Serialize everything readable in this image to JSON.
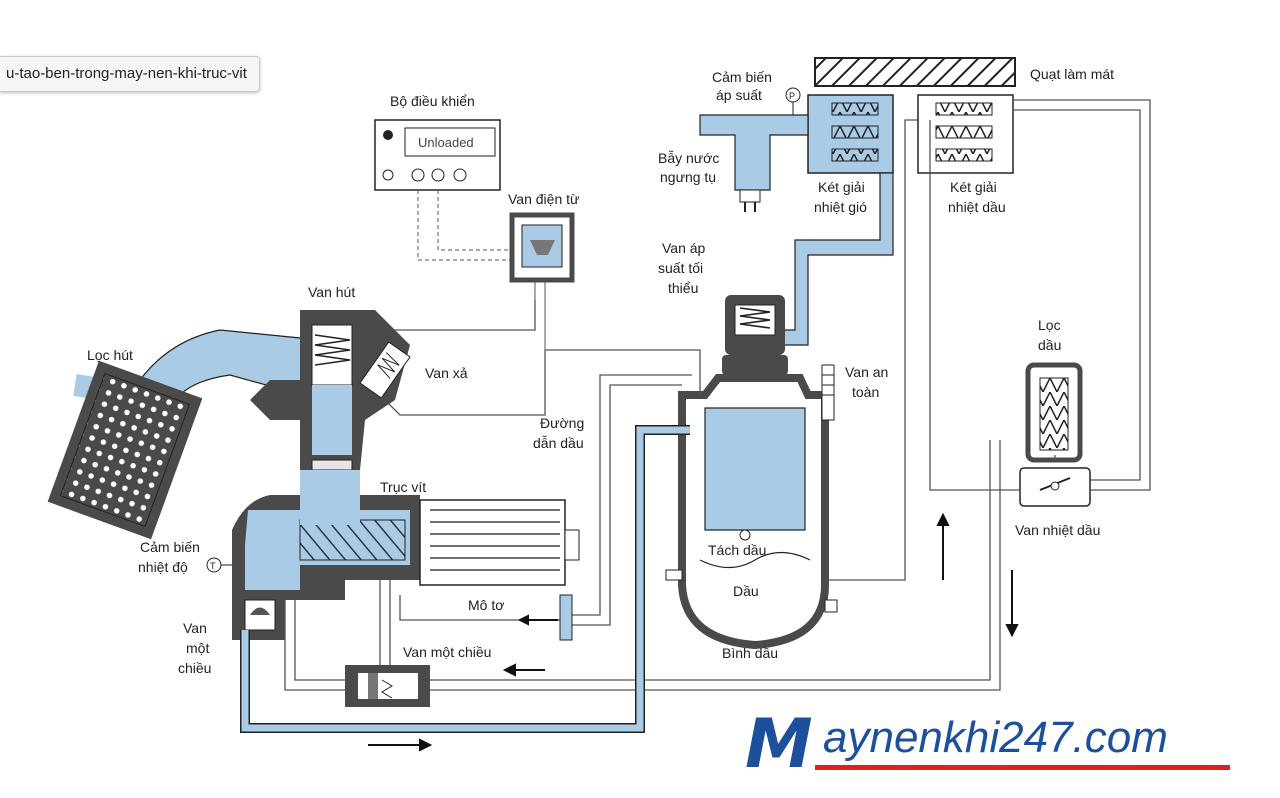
{
  "tooltip": {
    "text": "u-tao-ben-trong-may-nen-khi-truc-vit"
  },
  "labels": {
    "bo_dieu_khien": "Bộ điều khiển",
    "unloaded": "Unloaded",
    "van_dien_tu": "Van điện từ",
    "cam_bien_ap_suat_1": "Cảm biến",
    "cam_bien_ap_suat_2": "áp suất",
    "bay_nuoc_1": "Bẫy nước",
    "bay_nuoc_2": "ngưng tụ",
    "ket_giai_nhiet_gio_1": "Két giải",
    "ket_giai_nhiet_gio_2": "nhiệt gió",
    "quat_lam_mat": "Quạt làm mát",
    "ket_giai_nhiet_dau_1": "Két giải",
    "ket_giai_nhiet_dau_2": "nhiệt dầu",
    "van_ap_suat_1": "Van áp",
    "van_ap_suat_2": "suất tối",
    "van_ap_suat_3": "thiểu",
    "van_hut": "Van hút",
    "loc_hut": "Lọc hút",
    "van_xa": "Van xả",
    "van_an_toan_1": "Van an",
    "van_an_toan_2": "toàn",
    "loc_dau_1": "Lọc",
    "loc_dau_2": "dầu",
    "duong_dan_dau_1": "Đường",
    "duong_dan_dau_2": "dẫn dầu",
    "truc_vit": "Trục vít",
    "cam_bien_nhiet_do_1": "Cảm biến",
    "cam_bien_nhiet_do_2": "nhiệt độ",
    "tach_dau": "Tách dầu",
    "dau": "Dầu",
    "van_nhiet_dau": "Van nhiệt dầu",
    "mo_to": "Mô tơ",
    "van_mot_chieu_left_1": "Van",
    "van_mot_chieu_left_2": "một",
    "van_mot_chieu_left_3": "chiều",
    "van_mot_chieu_mid": "Van một chiều",
    "binh_dau": "Bình dầu",
    "sensor_p": "P",
    "sensor_t": "T"
  },
  "brand": {
    "m": "M",
    "rest": "aynenkhi247.com"
  },
  "colors": {
    "air": "#a9cbe6",
    "line": "#1a1a1a",
    "body": "#4a4a4a",
    "brand_blue": "#1c4f9c",
    "brand_red": "#e02020"
  }
}
